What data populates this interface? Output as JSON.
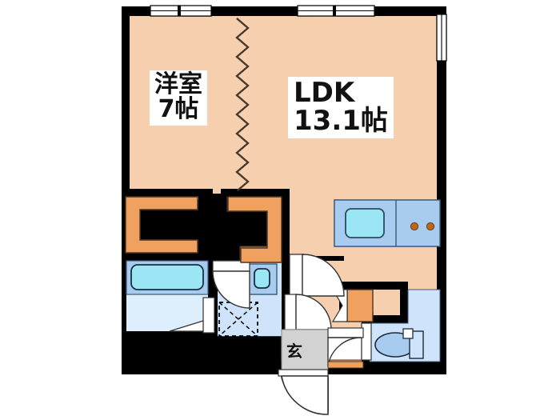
{
  "plan": {
    "title": "Apartment floor plan",
    "rooms": [
      {
        "id": "washitsu",
        "name_line1": "洋室",
        "name_line2": "7帖",
        "area_jo": 7
      },
      {
        "id": "ldk",
        "name_line1": "LDK",
        "name_line2": "13.1帖",
        "area_jo": 13.1
      },
      {
        "id": "genkan",
        "name_line1": "玄",
        "name_line2": "",
        "area_jo": null
      }
    ],
    "fixtures": [
      {
        "id": "kitchen-sink",
        "label": "sink"
      },
      {
        "id": "kitchen-stove",
        "label": "stove-burners",
        "burners": 2
      },
      {
        "id": "bathtub",
        "label": "bathtub"
      },
      {
        "id": "washbasin",
        "label": "washbasin"
      },
      {
        "id": "toilet",
        "label": "toilet"
      },
      {
        "id": "washer-space",
        "label": "washing-machine-space"
      },
      {
        "id": "closet-left",
        "label": "closet"
      },
      {
        "id": "closet-right",
        "label": "closet"
      },
      {
        "id": "shoe-box",
        "label": "shoe-box"
      }
    ],
    "openings": [
      {
        "id": "window-north-left",
        "label": "window"
      },
      {
        "id": "window-north-right",
        "label": "window"
      },
      {
        "id": "window-east",
        "label": "window"
      },
      {
        "id": "entry-door",
        "label": "entrance-door"
      },
      {
        "id": "partition-accordion",
        "label": "accordion-partition"
      }
    ],
    "colors": {
      "wall": "#000000",
      "floor_living": "#f5cfae",
      "floor_wet": "#cfe3fb",
      "floor_genkan": "#d2d2d2",
      "closet": "#f0a05f",
      "fixture_blue": "#a8ccf0",
      "fixture_light_blue": "#9ae6f5",
      "burner": "#c0661a",
      "white": "#ffffff"
    }
  }
}
